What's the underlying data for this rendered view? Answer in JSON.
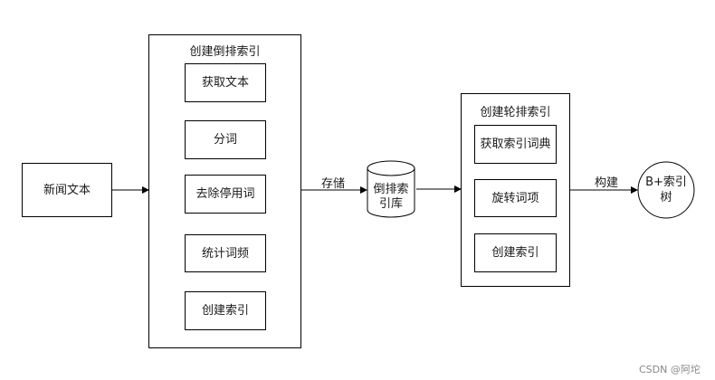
{
  "nodes": {
    "news_text": "新闻文本",
    "inverted_group_title": "创建倒排索引",
    "get_text": "获取文本",
    "segmentation": "分词",
    "remove_stopwords": "去除停用词",
    "count_frequency": "统计词频",
    "create_index_1": "创建索引",
    "inverted_db_line1": "倒排索",
    "inverted_db_line2": "引库",
    "rotation_group_title": "创建轮排索引",
    "get_dictionary": "获取索引词典",
    "rotate_terms": "旋转词项",
    "create_index_2": "创建索引",
    "btree_line1": "B+索引",
    "btree_line2": "树"
  },
  "edges": {
    "store_label": "存储",
    "build_label": "构建"
  },
  "watermark": "CSDN @阿坨"
}
